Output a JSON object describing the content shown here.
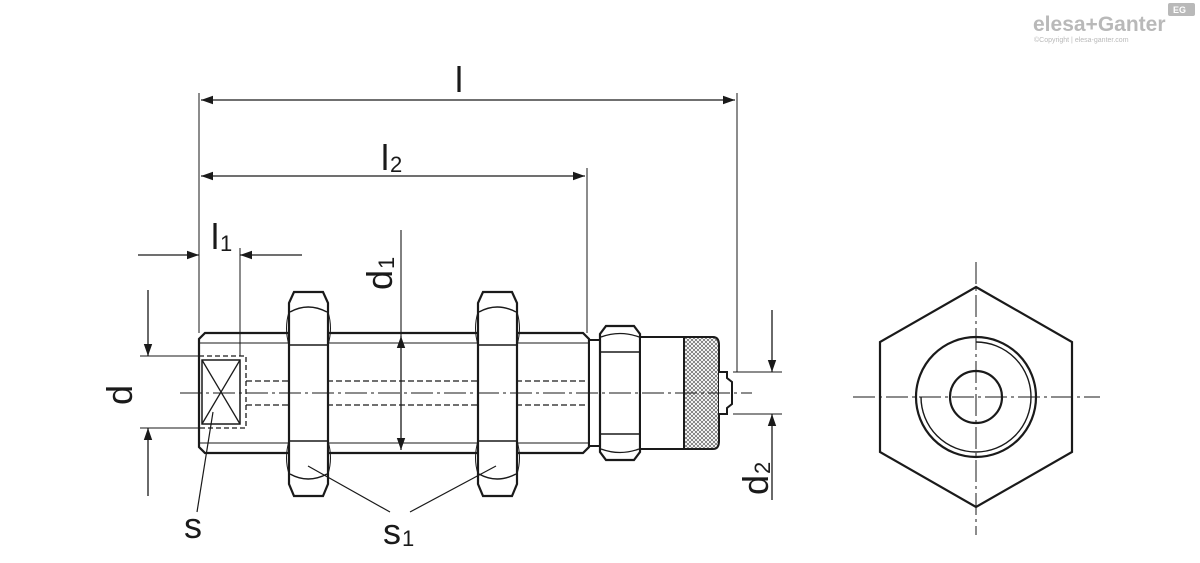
{
  "brand": {
    "logo_text": "elesa+Ganter",
    "copyright": "©Copyright | elesa-ganter.com",
    "badge": "EG"
  },
  "dimensions": {
    "total_length": {
      "main": "l",
      "sub": ""
    },
    "length_2": {
      "main": "l",
      "sub": "2"
    },
    "length_1": {
      "main": "l",
      "sub": "1"
    },
    "diameter": {
      "main": "d",
      "sub": ""
    },
    "diameter_1": {
      "main": "d",
      "sub": "1"
    },
    "diameter_2": {
      "main": "d",
      "sub": "2"
    },
    "wrench_size": {
      "main": "s",
      "sub": ""
    },
    "wrench_size_1": {
      "main": "s",
      "sub": "1"
    }
  },
  "colors": {
    "line": "#1a1a1a",
    "logo": "#b9b9b9"
  }
}
